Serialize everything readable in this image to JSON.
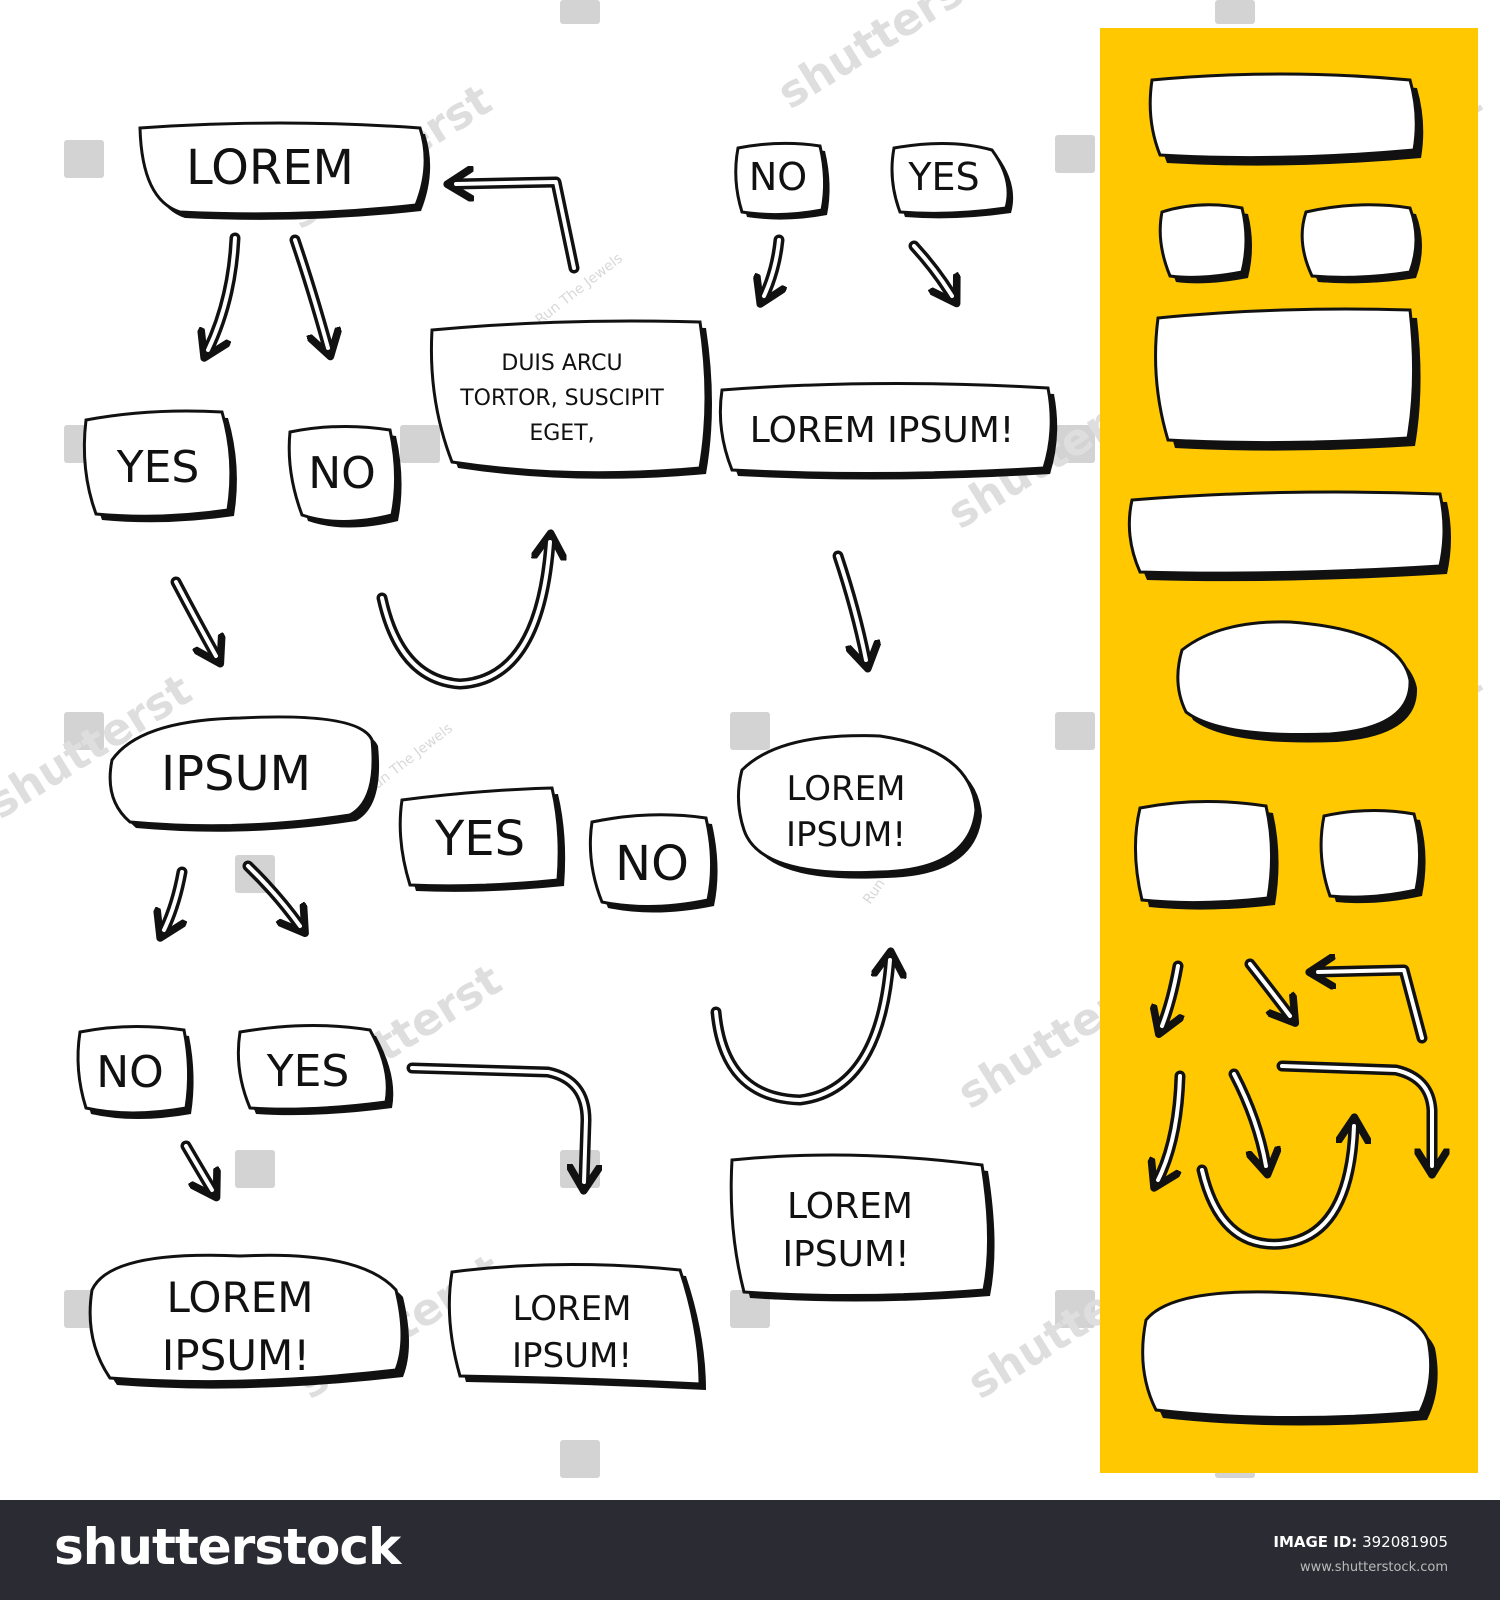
{
  "flowchart": {
    "lorem_top": "LOREM",
    "yes_1": "YES",
    "no_1": "NO",
    "duis": [
      "DUIS ARCU",
      "TORTOR, SUSCIPIT",
      "EGET,"
    ],
    "no_top": "NO",
    "yes_top": "YES",
    "lorem_ipsum_wide": "LOREM IPSUM!",
    "ipsum": "IPSUM",
    "yes_2": "YES",
    "no_2": "NO",
    "lorem_ipsum_oval": [
      "LOREM",
      "IPSUM!"
    ],
    "no_3": "NO",
    "yes_3": "YES",
    "lorem_ipsum_bottom_left": [
      "LOREM",
      "IPSUM!"
    ],
    "lorem_ipsum_bottom_mid": [
      "LOREM",
      "IPSUM!"
    ],
    "lorem_ipsum_bottom_right": [
      "LOREM",
      "IPSUM!"
    ]
  },
  "side_panel": {
    "background_color": "#FFC800"
  },
  "watermark": {
    "brand": "shutterstock",
    "artist": "Run The Jewels"
  },
  "footer": {
    "logo": "shutterstock",
    "image_id_label": "IMAGE ID:",
    "image_id": "392081905",
    "url": "www.shutterstock.com"
  }
}
